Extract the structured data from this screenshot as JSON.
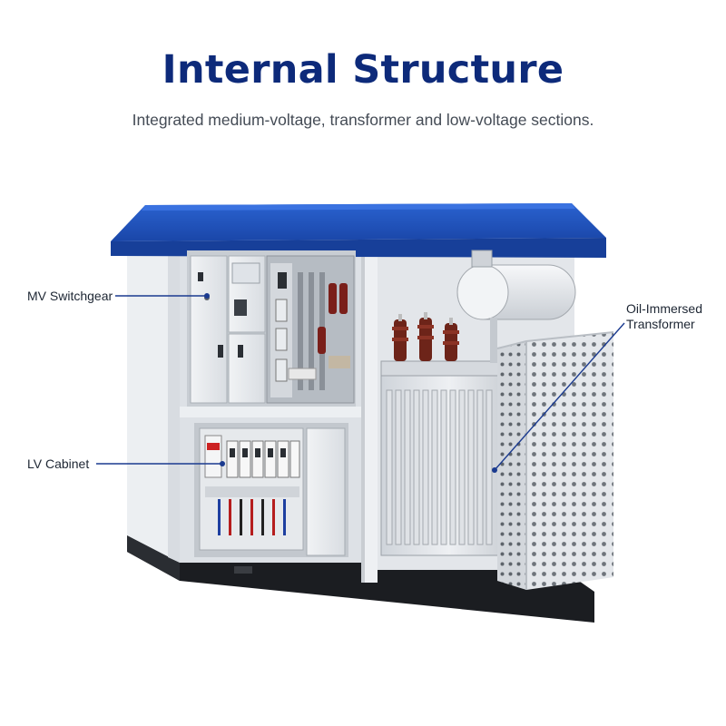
{
  "header": {
    "title": "Internal Structure",
    "subtitle": "Integrated medium-voltage, transformer and low-voltage sections."
  },
  "callouts": {
    "mv_switchgear": "MV Switchgear",
    "lv_cabinet": "LV Cabinet",
    "oil_transformer_line1": "Oil-Immersed",
    "oil_transformer_line2": "Transformer"
  },
  "colors": {
    "title": "#0d2a7a",
    "roof": "#1f4fb8",
    "leader": "#1a3a8f",
    "enclosure": "#e9ecef",
    "base": "#1b1d21"
  }
}
